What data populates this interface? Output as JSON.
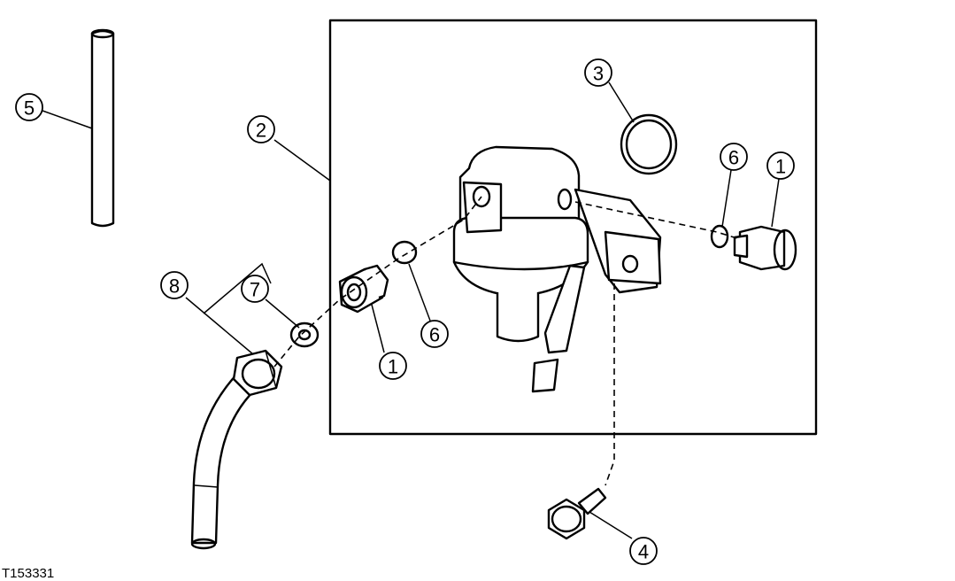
{
  "figure_id": "T153331",
  "callouts": [
    {
      "label": "1"
    },
    {
      "label": "1"
    },
    {
      "label": "2"
    },
    {
      "label": "3"
    },
    {
      "label": "4"
    },
    {
      "label": "5"
    },
    {
      "label": "6"
    },
    {
      "label": "6"
    },
    {
      "label": "7"
    },
    {
      "label": "8"
    }
  ]
}
